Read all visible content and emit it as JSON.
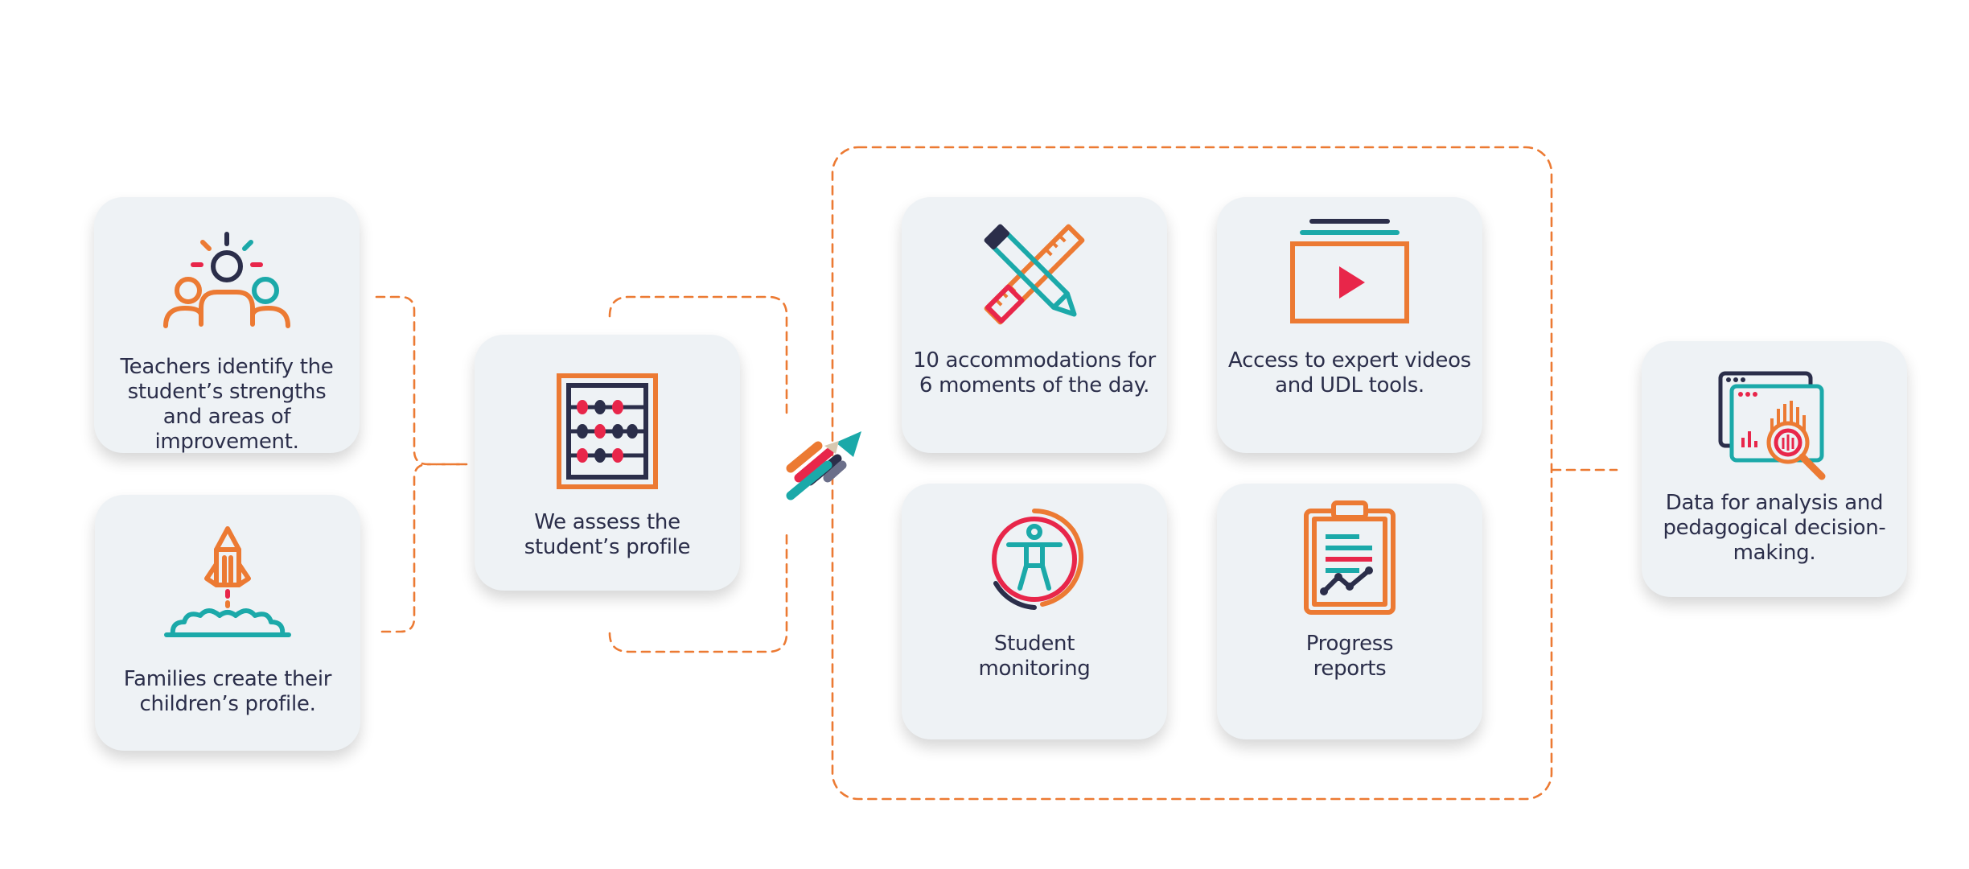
{
  "colors": {
    "orange": "#ec7a33",
    "navy": "#2b2e4a",
    "teal": "#1ba9a9",
    "red": "#e8264a",
    "card_bg": "#eef2f5"
  },
  "cards": {
    "teachers": {
      "label": "Teachers identify the student’s strengths and areas of improvement.",
      "icon": "team-lightbulb-icon"
    },
    "families": {
      "label": "Families create their children’s profile.",
      "icon": "rocket-launch-icon"
    },
    "assess": {
      "label": "We assess the student’s profile",
      "icon": "abacus-icon"
    },
    "accommodations": {
      "label": "10 accommodations for 6 moments of the day.",
      "icon": "pencil-ruler-icon"
    },
    "videos": {
      "label": "Access to expert videos and UDL tools.",
      "icon": "video-player-icon"
    },
    "monitoring": {
      "label": "Student monitoring",
      "icon": "accessibility-person-icon"
    },
    "reports": {
      "label": "Progress reports",
      "icon": "clipboard-chart-icon"
    },
    "data": {
      "label": "Data for analysis and pedagogical decision-making.",
      "icon": "analytics-magnifier-icon"
    }
  },
  "connector_icon": "pencils-speed-icon"
}
